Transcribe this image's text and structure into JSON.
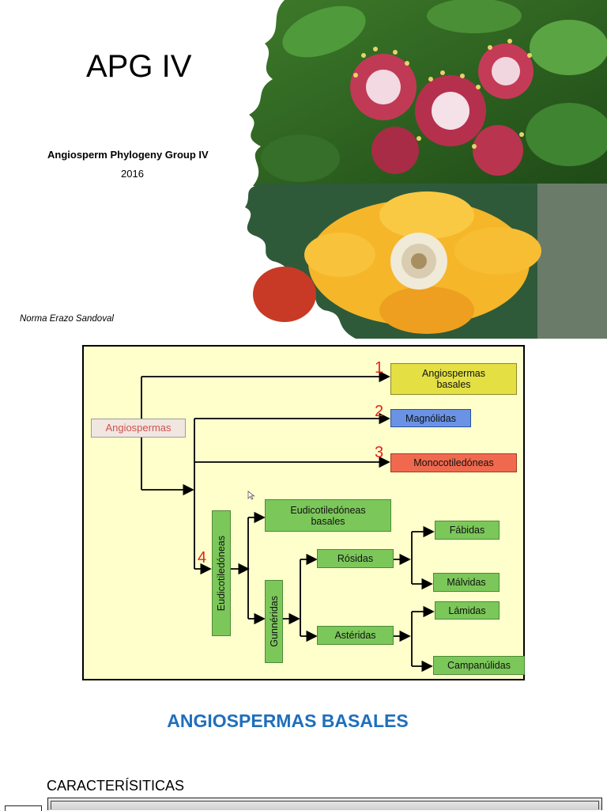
{
  "slide": {
    "title": "APG IV",
    "subtitle": "Angiosperm Phylogeny Group IV",
    "year": "2016",
    "author": "Norma Erazo Sandoval"
  },
  "diagram": {
    "nodes": {
      "angiospermas": "Angiospermas",
      "angiospermas_basales": "Angiospermas\nbasales",
      "magnolidas": "Magnólidas",
      "monocotiledoneas": "Monocotiledóneas",
      "eudicotiledoneas": "Eudicotiledóneas",
      "eudicotiledoneas_basales": "Eudicotiledóneas\nbasales",
      "gunneridas": "Gunnéridas",
      "rosidas": "Rósidas",
      "asteridas": "Astéridas",
      "fabidas": "Fábidas",
      "malvidas": "Málvidas",
      "lamidas": "Lámidas",
      "campanulidas": "Campanúlidas"
    },
    "numbers": [
      "1",
      "2",
      "3",
      "4"
    ],
    "colors": {
      "background": "#ffffcc",
      "green": "#7cc75a",
      "yellow": "#e4e044",
      "blue": "#6a93e6",
      "red": "#f0694e",
      "number": "#e3231b"
    }
  },
  "section": {
    "heading": "ANGIOSPERMAS BASALES",
    "subheading": "CARACTERÍSITICAS",
    "heading_color": "#1f6fbd"
  }
}
